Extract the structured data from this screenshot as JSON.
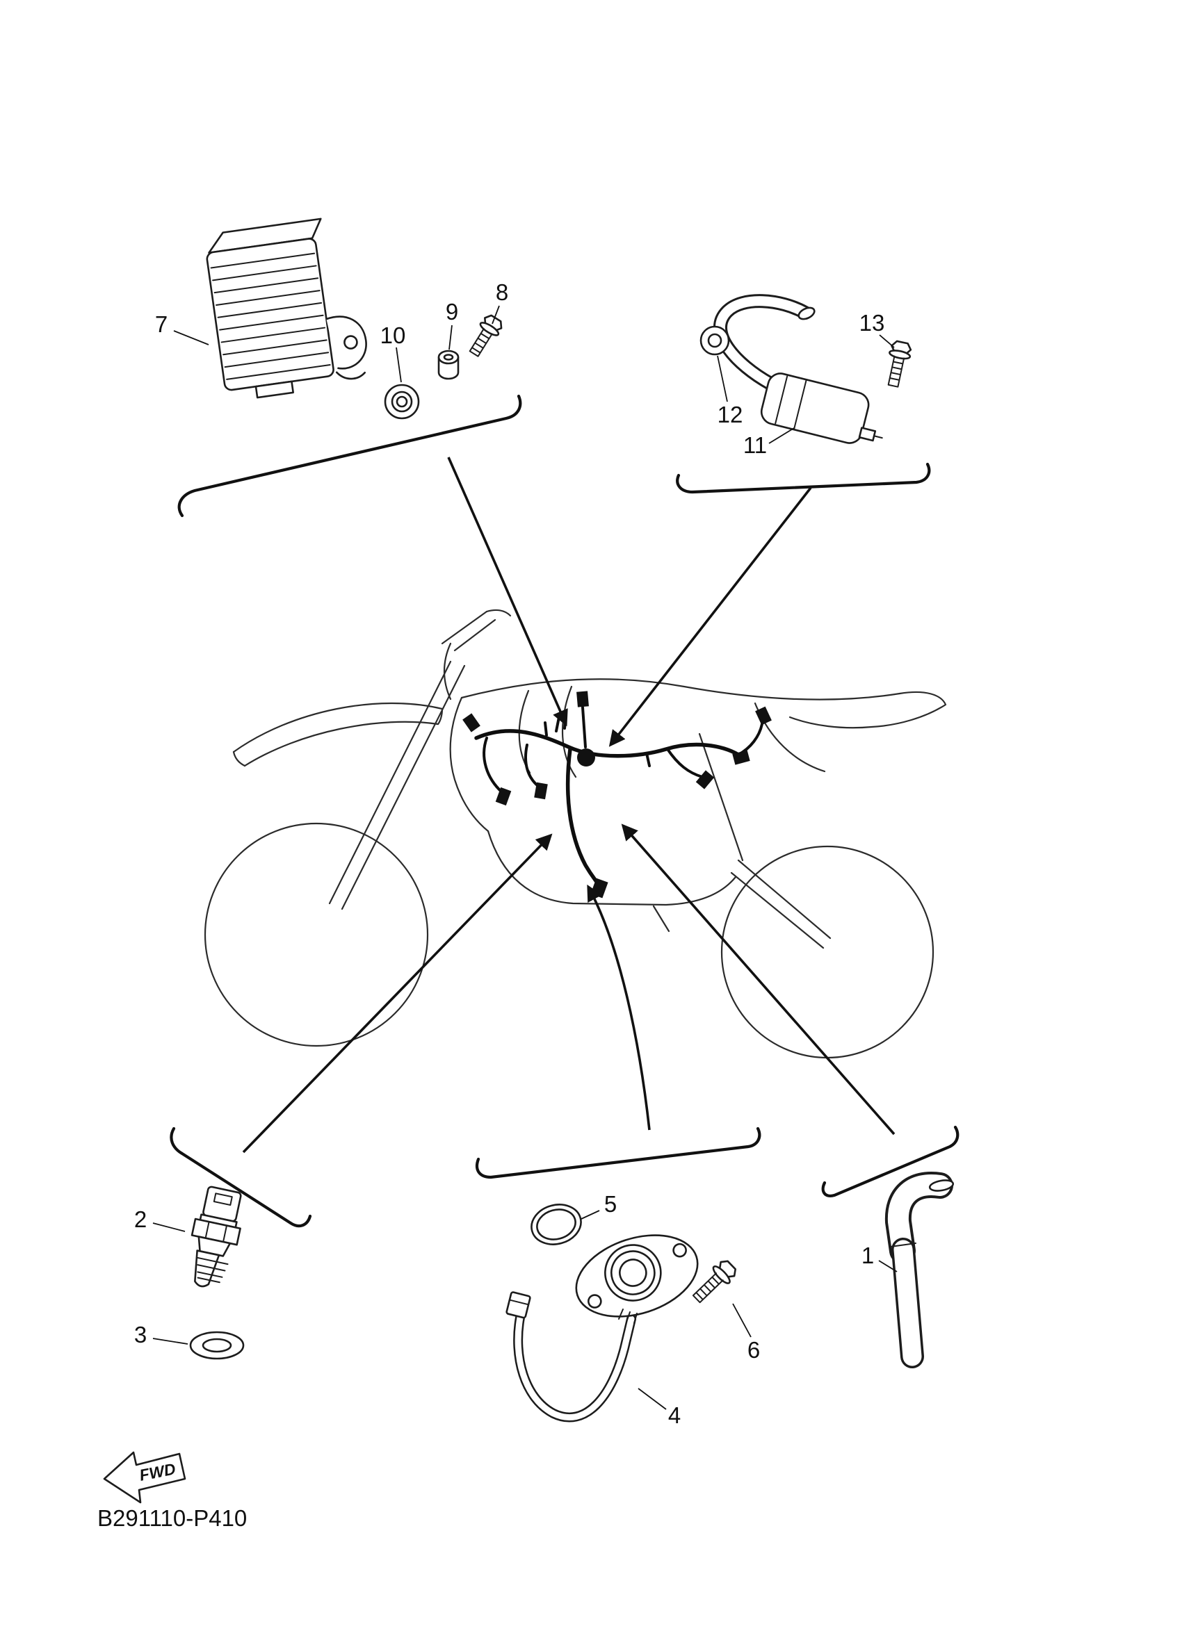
{
  "diagram": {
    "code": "B291110-P410",
    "fwd_label": "FWD",
    "parts": [
      {
        "number": "1"
      },
      {
        "number": "2"
      },
      {
        "number": "3"
      },
      {
        "number": "4"
      },
      {
        "number": "5"
      },
      {
        "number": "6"
      },
      {
        "number": "7"
      },
      {
        "number": "8"
      },
      {
        "number": "9"
      },
      {
        "number": "10"
      },
      {
        "number": "11"
      },
      {
        "number": "12"
      },
      {
        "number": "13"
      }
    ]
  }
}
